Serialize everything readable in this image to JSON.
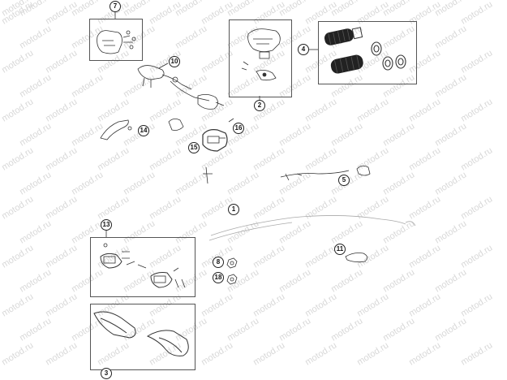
{
  "watermark_text": "motod.ru",
  "callouts": [
    {
      "id": "c7",
      "label": "7"
    },
    {
      "id": "c10",
      "label": "10"
    },
    {
      "id": "c2",
      "label": "2"
    },
    {
      "id": "c4",
      "label": "4"
    },
    {
      "id": "c14",
      "label": "14"
    },
    {
      "id": "c16",
      "label": "16"
    },
    {
      "id": "c15",
      "label": "15"
    },
    {
      "id": "c5",
      "label": "5"
    },
    {
      "id": "c1",
      "label": "1"
    },
    {
      "id": "c13",
      "label": "13"
    },
    {
      "id": "c11",
      "label": "11"
    },
    {
      "id": "c8",
      "label": "8"
    },
    {
      "id": "c18",
      "label": "18"
    },
    {
      "id": "c3",
      "label": "3"
    }
  ],
  "colors": {
    "line": "#333333",
    "box": "#555555",
    "watermark": "#d8d8d8",
    "grip": "#222222"
  }
}
